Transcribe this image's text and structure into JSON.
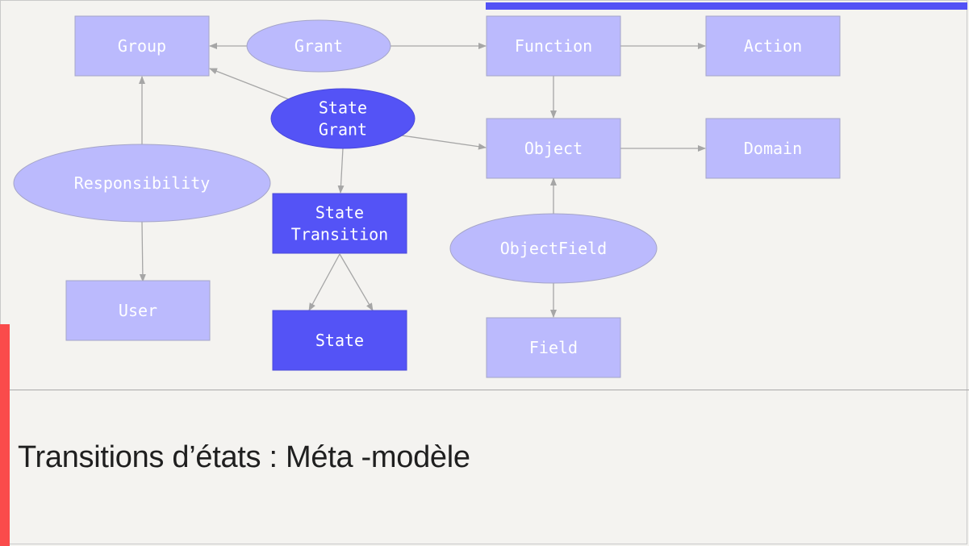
{
  "slide": {
    "title": "Transitions d’états : Méta -modèle"
  },
  "colors": {
    "node_light": "#bbbafd",
    "node_dark": "#5453f6",
    "node_border": "#a5a5c8",
    "text_light": "#ffffff",
    "edge": "#a6a6a6",
    "top_accent": "#5352f5",
    "left_accent": "#fa4b4b",
    "background": "#f4f3f0"
  },
  "diagram": {
    "nodes": [
      {
        "id": "group",
        "label": [
          "Group"
        ],
        "shape": "rect",
        "style": "light"
      },
      {
        "id": "grant",
        "label": [
          "Grant"
        ],
        "shape": "ellipse",
        "style": "light"
      },
      {
        "id": "function",
        "label": [
          "Function"
        ],
        "shape": "rect",
        "style": "light"
      },
      {
        "id": "action",
        "label": [
          "Action"
        ],
        "shape": "rect",
        "style": "light"
      },
      {
        "id": "state-grant",
        "label": [
          "State",
          "Grant"
        ],
        "shape": "ellipse",
        "style": "dark"
      },
      {
        "id": "object",
        "label": [
          "Object"
        ],
        "shape": "rect",
        "style": "light"
      },
      {
        "id": "domain",
        "label": [
          "Domain"
        ],
        "shape": "rect",
        "style": "light"
      },
      {
        "id": "responsibility",
        "label": [
          "Responsibility"
        ],
        "shape": "ellipse",
        "style": "light"
      },
      {
        "id": "state-transition",
        "label": [
          "State",
          "Transition"
        ],
        "shape": "rect",
        "style": "dark"
      },
      {
        "id": "object-field",
        "label": [
          "ObjectField"
        ],
        "shape": "ellipse",
        "style": "light"
      },
      {
        "id": "user",
        "label": [
          "User"
        ],
        "shape": "rect",
        "style": "light"
      },
      {
        "id": "state",
        "label": [
          "State"
        ],
        "shape": "rect",
        "style": "dark"
      },
      {
        "id": "field",
        "label": [
          "Field"
        ],
        "shape": "rect",
        "style": "light"
      }
    ],
    "edges": [
      {
        "from": "grant",
        "to": "group"
      },
      {
        "from": "grant",
        "to": "function"
      },
      {
        "from": "function",
        "to": "action"
      },
      {
        "from": "function",
        "to": "object"
      },
      {
        "from": "object",
        "to": "domain"
      },
      {
        "from": "state-grant",
        "to": "group"
      },
      {
        "from": "state-grant",
        "to": "object"
      },
      {
        "from": "state-grant",
        "to": "state-transition"
      },
      {
        "from": "responsibility",
        "to": "group"
      },
      {
        "from": "responsibility",
        "to": "user"
      },
      {
        "from": "state-transition",
        "to": "state",
        "variant": "a"
      },
      {
        "from": "state-transition",
        "to": "state",
        "variant": "b"
      },
      {
        "from": "object-field",
        "to": "object"
      },
      {
        "from": "object-field",
        "to": "field"
      }
    ]
  }
}
